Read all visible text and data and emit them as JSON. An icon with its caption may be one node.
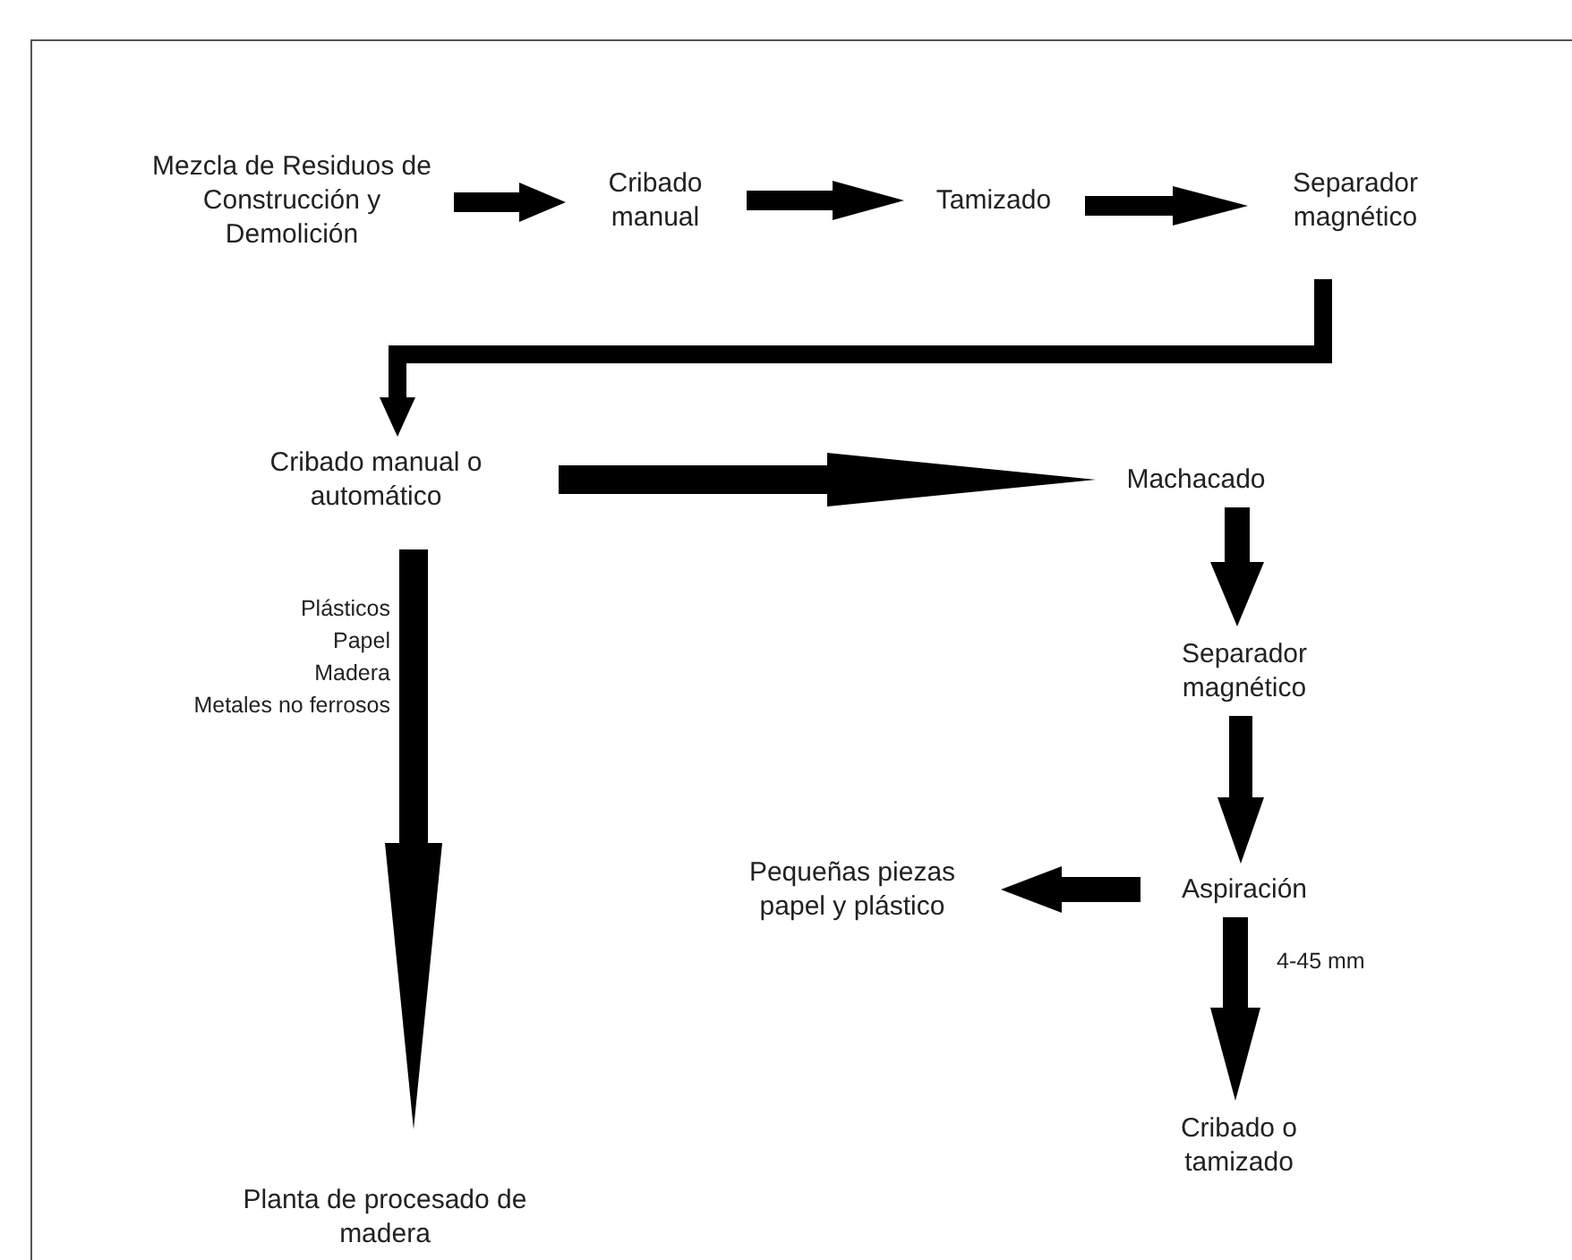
{
  "diagram": {
    "nodes": [
      {
        "text": [
          "Mezcla de Residuos de Construcción y Demolición"
        ]
      },
      {
        "text": [
          "Cribado manual"
        ]
      },
      {
        "text": [
          "Tamizado"
        ]
      },
      {
        "text": [
          "Separador magnético"
        ]
      },
      {
        "text": [
          "Cribado manual o automático"
        ]
      },
      {
        "text": [
          "Machacado"
        ]
      },
      {
        "text": [
          "Separador magnético"
        ]
      },
      {
        "text": [
          "Aspiración"
        ]
      },
      {
        "text": [
          "Pequeñas piezas papel y plástico"
        ]
      },
      {
        "text": [
          "Cribado o tamizado"
        ]
      },
      {
        "text": [
          "Planta de procesado de madera"
        ]
      }
    ],
    "edges": [
      {
        "from": 0,
        "to": 1,
        "arrow": "to"
      },
      {
        "from": 1,
        "to": 2,
        "arrow": "to"
      },
      {
        "from": 2,
        "to": 3,
        "arrow": "to"
      },
      {
        "from": 3,
        "to": 4,
        "arrow": "to"
      },
      {
        "from": 4,
        "to": 5,
        "arrow": "to"
      },
      {
        "from": 4,
        "to": 10,
        "arrow": "to"
      },
      {
        "from": 5,
        "to": 6,
        "arrow": "to"
      },
      {
        "from": 6,
        "to": 7,
        "arrow": "to"
      },
      {
        "from": 7,
        "to": 8,
        "arrow": "to"
      },
      {
        "from": 7,
        "to": 9,
        "label": "4-45 mm",
        "arrow": "to"
      }
    ],
    "labels": [
      "Plásticos",
      "Papel",
      "Madera",
      "Metales no ferrosos"
    ]
  }
}
